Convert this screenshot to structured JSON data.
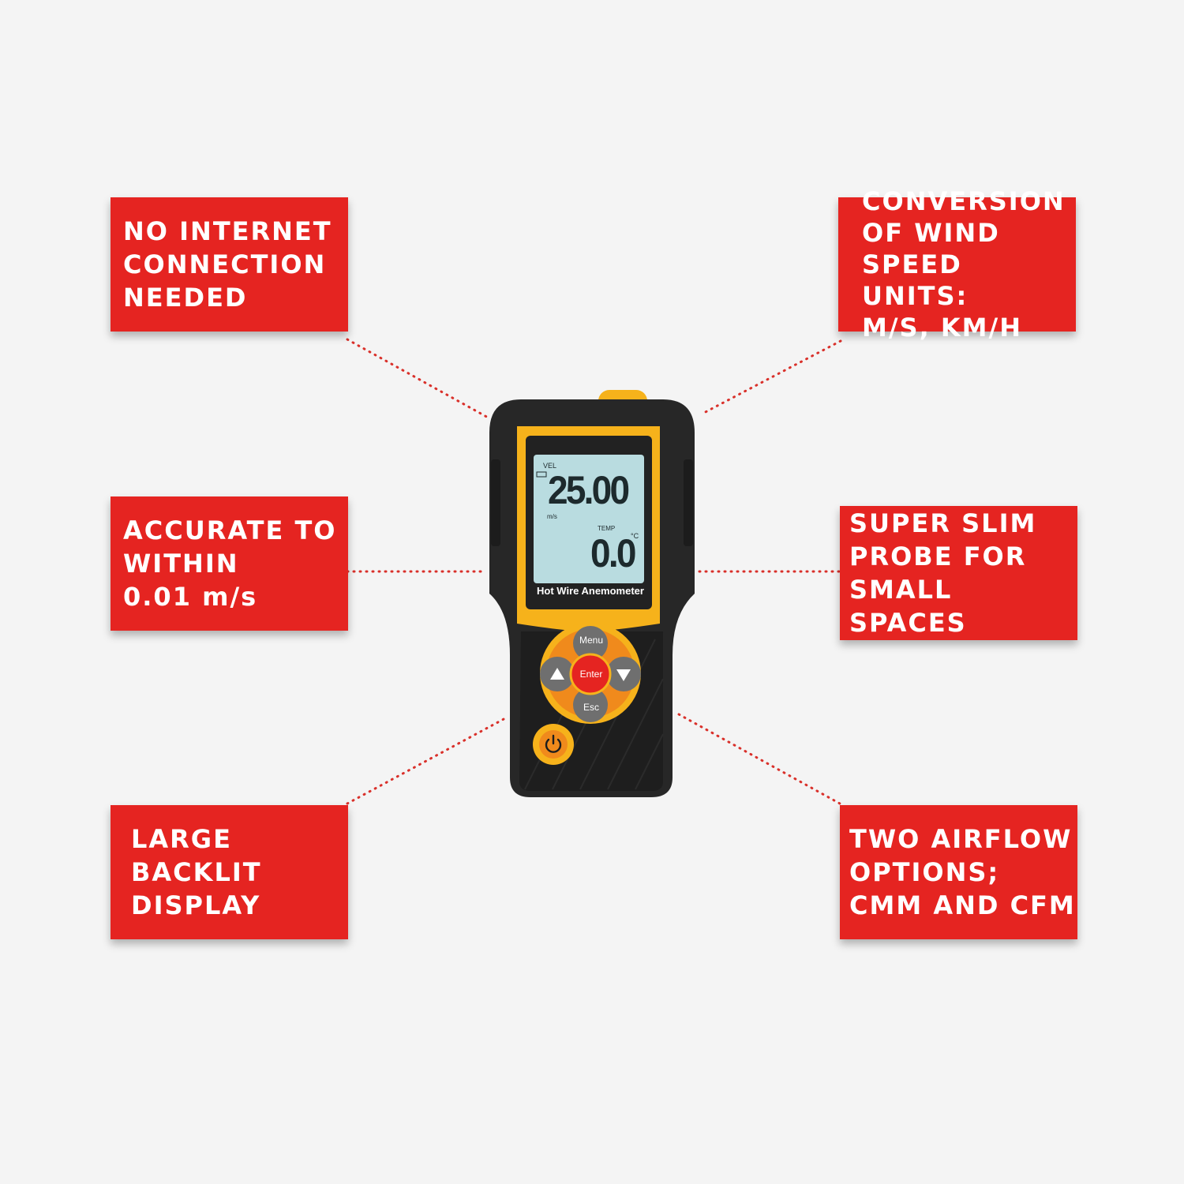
{
  "features": {
    "no_internet": "NO INTERNET\nCONNECTION\nNEEDED",
    "accurate": "ACCURATE TO\nWITHIN\n0.01 m/s",
    "backlit": "LARGE\nBACKLIT\nDISPLAY",
    "units": "CONVERSION\nOF WIND\nSPEED UNITS:\nM/S, KM/H",
    "probe": "SUPER SLIM\nPROBE FOR\nSMALL SPACES",
    "airflow": "TWO AIRFLOW\nOPTIONS;\nCMM AND CFM"
  },
  "device": {
    "name": "Hot Wire Anemometer",
    "display": {
      "vel_label": "VEL",
      "vel_value": "25.00",
      "vel_unit": "m/s",
      "temp_label": "TEMP",
      "temp_value": "0.0",
      "temp_unit": "°C"
    },
    "buttons": {
      "menu": "Menu",
      "enter": "Enter",
      "esc": "Esc"
    }
  },
  "colors": {
    "accent_red": "#e52421",
    "device_yellow": "#f6b21b",
    "device_black": "#262626",
    "lcd_backlight": "#b9dce0",
    "background": "#f4f4f4"
  },
  "icons": [
    "power-icon",
    "arrow-up-icon",
    "arrow-down-icon"
  ]
}
